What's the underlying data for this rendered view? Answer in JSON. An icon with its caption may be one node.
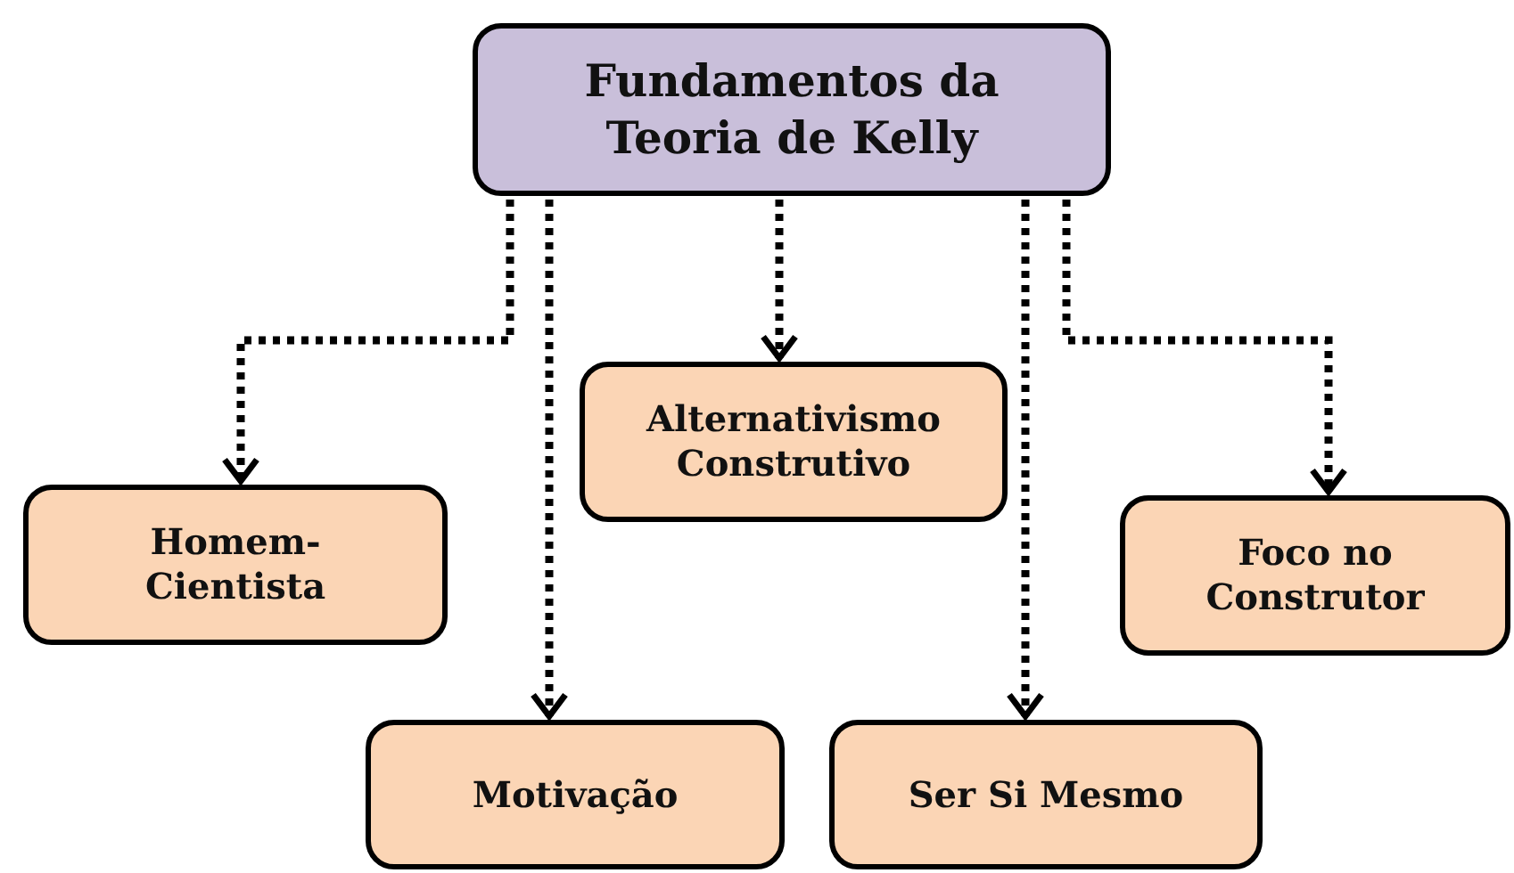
{
  "diagram": {
    "nodes": [
      {
        "text": [
          "Fundamentos da Teoria de Kelly"
        ]
      },
      {
        "text": [
          "Homem- Cientista"
        ]
      },
      {
        "text": [
          "Motivação"
        ]
      },
      {
        "text": [
          "Alternativismo Construtivo"
        ]
      },
      {
        "text": [
          "Ser Si Mesmo"
        ]
      },
      {
        "text": [
          "Foco no Construtor"
        ]
      }
    ],
    "edges": [
      {
        "from": 0,
        "to": 1,
        "arrow": "to",
        "style": "dashed"
      },
      {
        "from": 0,
        "to": 2,
        "arrow": "to",
        "style": "dashed"
      },
      {
        "from": 0,
        "to": 3,
        "arrow": "to",
        "style": "dashed"
      },
      {
        "from": 0,
        "to": 4,
        "arrow": "to",
        "style": "dashed"
      },
      {
        "from": 0,
        "to": 5,
        "arrow": "to",
        "style": "dashed"
      }
    ]
  }
}
